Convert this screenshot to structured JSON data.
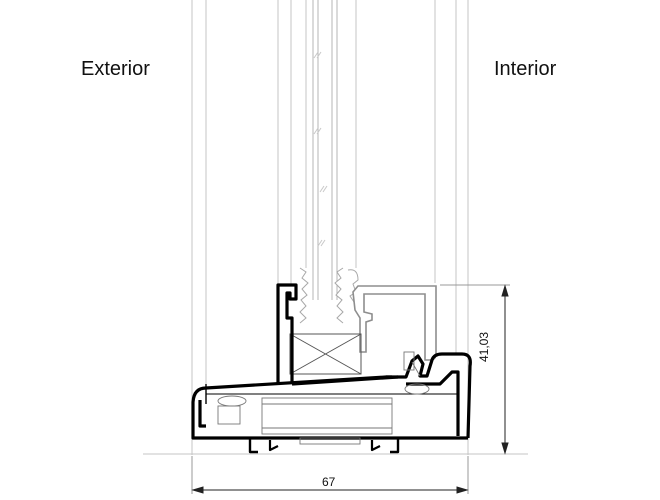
{
  "labels": {
    "exterior": "Exterior",
    "interior": "Interior"
  },
  "dimensions": {
    "width": "67",
    "height": "41,03"
  },
  "colors": {
    "profile": "#000000",
    "outline": "#b8b8b8",
    "glazing_bead": "#9a9a9a",
    "text": "#111111"
  }
}
